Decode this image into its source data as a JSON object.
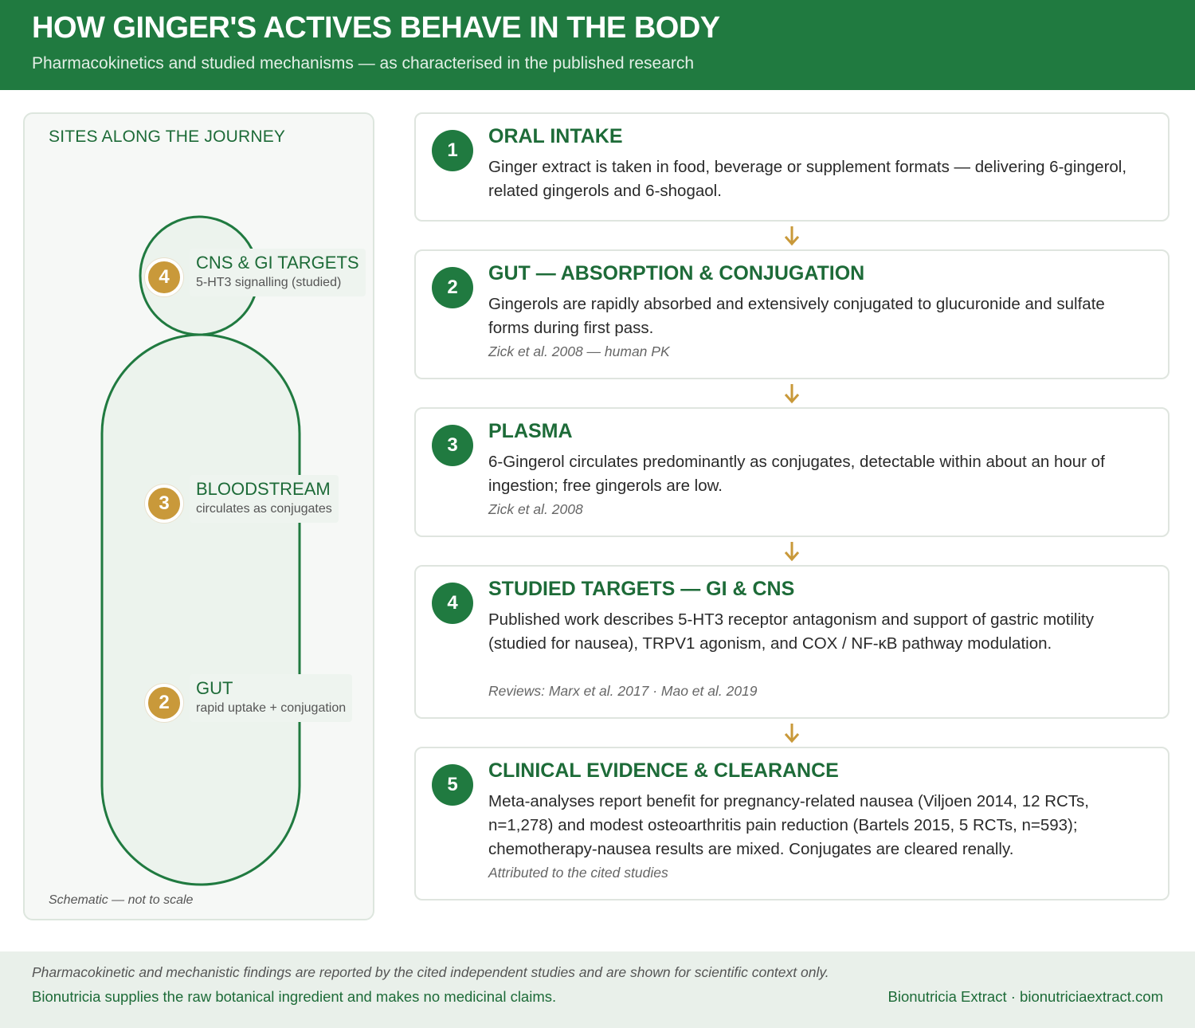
{
  "header": {
    "title": "HOW GINGER'S ACTIVES BEHAVE IN THE BODY",
    "subtitle": "Pharmacokinetics and studied mechanisms — as characterised in the published research"
  },
  "left_panel": {
    "title": "SITES ALONG THE JOURNEY",
    "note": "Schematic — not to scale",
    "sites": [
      {
        "number": "4",
        "name": "CNS & GI TARGETS",
        "desc": "5-HT3 signalling (studied)"
      },
      {
        "number": "3",
        "name": "BLOODSTREAM",
        "desc": "circulates as conjugates"
      },
      {
        "number": "2",
        "name": "GUT",
        "desc": "rapid uptake + conjugation"
      }
    ]
  },
  "steps": [
    {
      "number": "1",
      "title": "ORAL INTAKE",
      "desc": "Ginger extract is taken in food, beverage or supplement formats — delivering 6-gingerol, related gingerols and 6-shogaol.",
      "cite": ""
    },
    {
      "number": "2",
      "title": "GUT — ABSORPTION & CONJUGATION",
      "desc": "Gingerols are rapidly absorbed and extensively conjugated to glucuronide and sulfate forms during first pass.",
      "cite": "Zick et al. 2008 — human PK"
    },
    {
      "number": "3",
      "title": "PLASMA",
      "desc": "6-Gingerol circulates predominantly as conjugates, detectable within about an hour of ingestion; free gingerols are low.",
      "cite": "Zick et al. 2008"
    },
    {
      "number": "4",
      "title": "STUDIED TARGETS — GI & CNS",
      "desc": "Published work describes 5-HT3 receptor antagonism and support of gastric motility (studied for nausea), TRPV1 agonism, and COX / NF-κB pathway modulation.",
      "cite": "Reviews: Marx et al. 2017 · Mao et al. 2019"
    },
    {
      "number": "5",
      "title": "CLINICAL EVIDENCE & CLEARANCE",
      "desc": "Meta-analyses report benefit for pregnancy-related nausea (Viljoen 2014, 12 RCTs, n=1,278) and modest osteoarthritis pain reduction (Bartels 2015, 5 RCTs, n=593); chemotherapy-nausea results are mixed. Conjugates are cleared renally.",
      "cite": "Attributed to the cited studies"
    }
  ],
  "footer": {
    "disclaimer": "Pharmacokinetic and mechanistic findings are reported by the cited independent studies and are shown for scientific context only.",
    "claim": "Bionutricia supplies the raw botanical ingredient and makes no medicinal claims.",
    "brand": "Bionutricia Extract · bionutriciaextract.com"
  },
  "colors": {
    "brand_green": "#207a40",
    "accent_gold": "#c9993a"
  }
}
